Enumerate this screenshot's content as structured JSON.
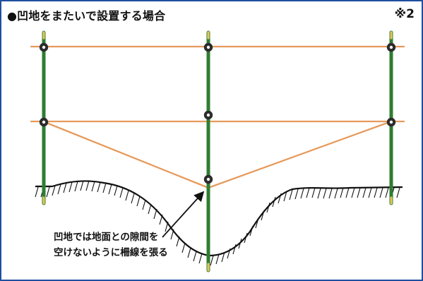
{
  "title": "●凹地をまたいで設置する場合",
  "note_marker": "※2",
  "callout": {
    "line1": "凹地では地面との隙間を",
    "line2": "空けないように柵線を張る"
  },
  "colors": {
    "frame_border": "#1f4fa0",
    "post": "#2f7d32",
    "wire": "#e69a5b",
    "ground": "#111111",
    "insulator": "#2b2b2b",
    "post_tip": "#e3c45b"
  },
  "icons": {
    "insulator": "black-ring-insulator",
    "post": "green-fence-post",
    "arrow": "black-leader-arrow"
  }
}
